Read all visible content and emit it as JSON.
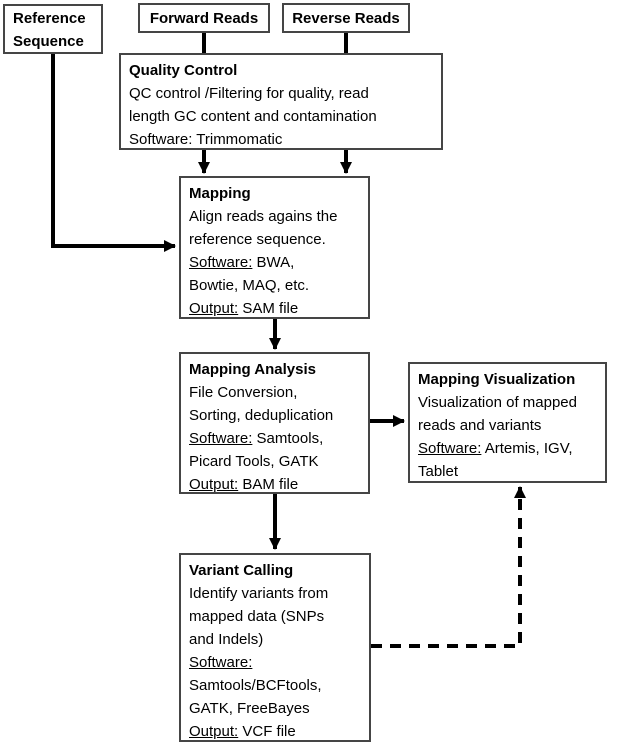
{
  "diagram": {
    "title": "NGS variant calling pipeline flowchart",
    "colors": {
      "background": "#ffffff",
      "box_border": "#454545",
      "text": "#000000",
      "connector": "#000000"
    },
    "nodes": {
      "reference_sequence": {
        "text": "Reference Sequence"
      },
      "forward_reads": {
        "label": "Forward Reads"
      },
      "reverse_reads": {
        "label": "Reverse Reads"
      },
      "qc": {
        "title": "Quality Control",
        "lines": [
          {
            "t": "QC control /Filtering for quality, read"
          },
          {
            "t": "length GC content and contamination"
          },
          {
            "t": "Software: Trimmomatic"
          }
        ]
      },
      "mapping": {
        "title": "Mapping",
        "lines": [
          {
            "t": "Align reads agains the"
          },
          {
            "t": "reference sequence."
          },
          {
            "u": "Software:",
            "t": " BWA,"
          },
          {
            "t": "Bowtie, MAQ, etc."
          },
          {
            "u": "Output:",
            "t": " SAM file"
          }
        ]
      },
      "mapping_analysis": {
        "title": "Mapping Analysis",
        "lines": [
          {
            "t": "File Conversion,"
          },
          {
            "t": "Sorting, deduplication"
          },
          {
            "u": "Software:",
            "t": " Samtools,"
          },
          {
            "t": "Picard Tools, GATK"
          },
          {
            "u": "Output:",
            "t": " BAM file"
          }
        ]
      },
      "mapping_visualization": {
        "title": "Mapping Visualization",
        "lines": [
          {
            "t": "Visualization of mapped"
          },
          {
            "t": "reads and variants"
          },
          {
            "u": "Software:",
            "t": " Artemis, IGV,"
          },
          {
            "t": "Tablet"
          }
        ]
      },
      "variant_calling": {
        "title": "Variant Calling",
        "lines": [
          {
            "t": "Identify variants from"
          },
          {
            "t": "mapped data (SNPs"
          },
          {
            "t": "and Indels)"
          },
          {
            "u": "Software:",
            "t": ""
          },
          {
            "t": "Samtools/BCFtools,"
          },
          {
            "t": "GATK, FreeBayes"
          },
          {
            "u": "Output:",
            "t": " VCF file"
          }
        ]
      }
    }
  }
}
